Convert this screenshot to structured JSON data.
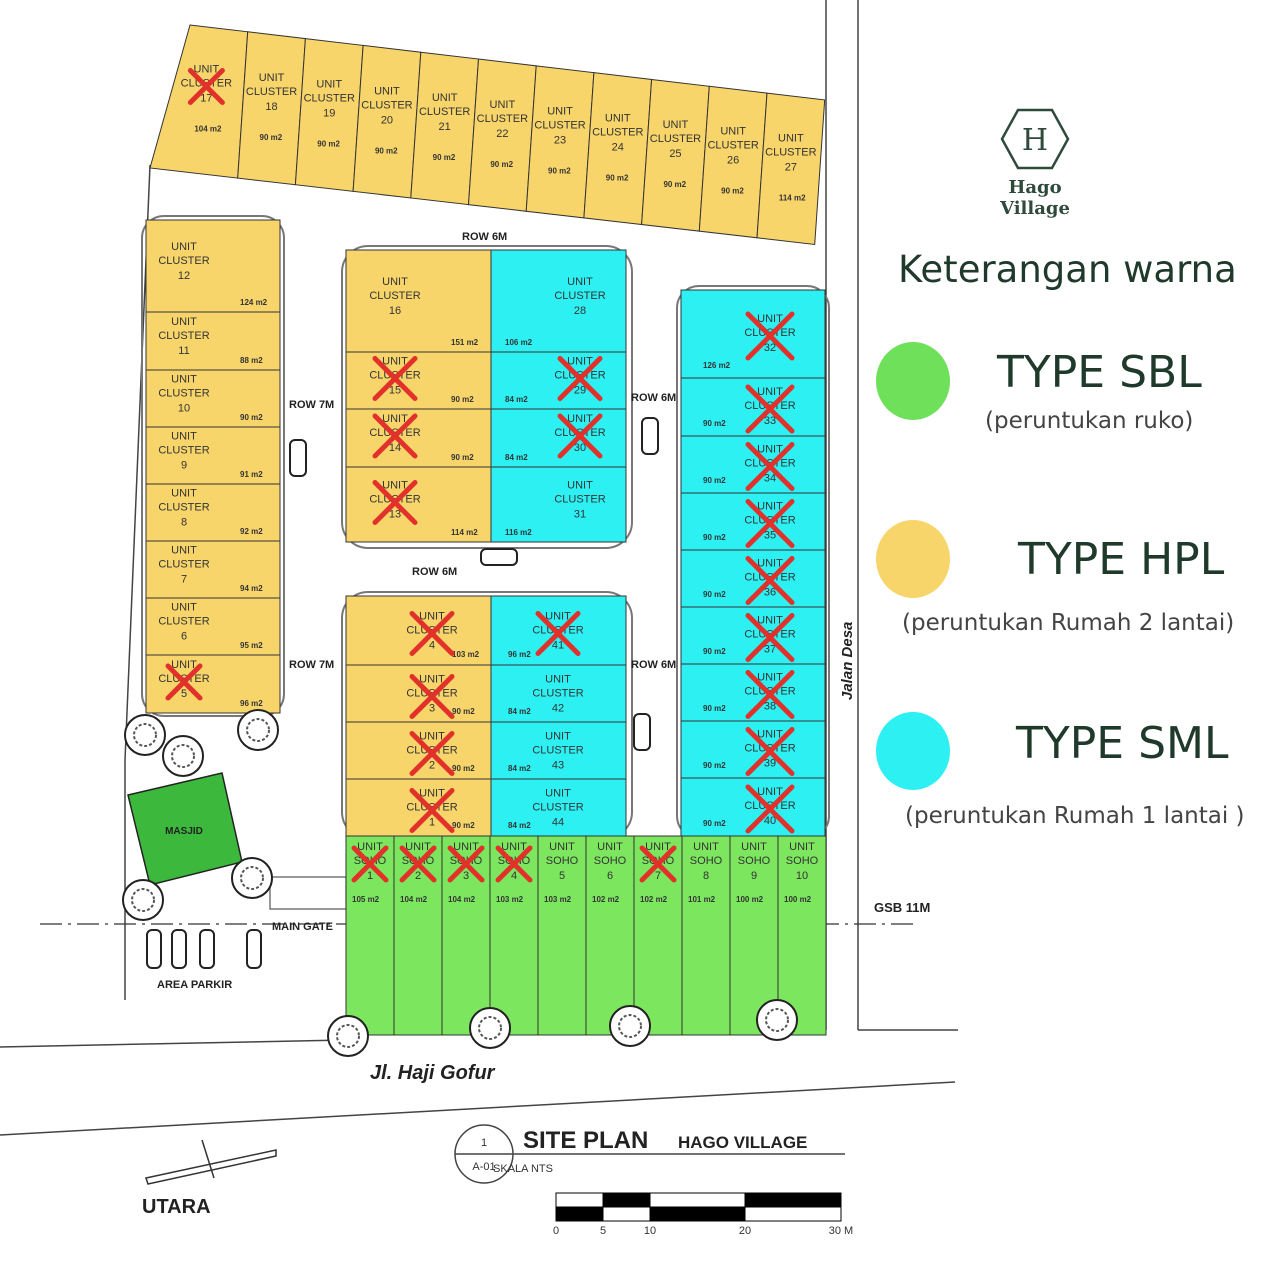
{
  "labels": {
    "unit": "UNIT",
    "cluster": "CLUSTER",
    "soho": "SOHO"
  },
  "top_row": [
    {
      "number": "17",
      "area": "104 m2",
      "sold": true
    },
    {
      "number": "18",
      "area": "90 m2",
      "sold": false
    },
    {
      "number": "19",
      "area": "90 m2",
      "sold": false
    },
    {
      "number": "20",
      "area": "90 m2",
      "sold": false
    },
    {
      "number": "21",
      "area": "90 m2",
      "sold": false
    },
    {
      "number": "22",
      "area": "90 m2",
      "sold": false
    },
    {
      "number": "23",
      "area": "90 m2",
      "sold": false
    },
    {
      "number": "24",
      "area": "90 m2",
      "sold": false
    },
    {
      "number": "25",
      "area": "90 m2",
      "sold": false
    },
    {
      "number": "26",
      "area": "90 m2",
      "sold": false
    },
    {
      "number": "27",
      "area": "114 m2",
      "sold": false
    }
  ],
  "left_column": [
    {
      "number": "12",
      "area": "124 m2",
      "sold": false
    },
    {
      "number": "11",
      "area": "88 m2",
      "sold": false
    },
    {
      "number": "10",
      "area": "90 m2",
      "sold": false
    },
    {
      "number": "9",
      "area": "91 m2",
      "sold": false
    },
    {
      "number": "8",
      "area": "92 m2",
      "sold": false
    },
    {
      "number": "7",
      "area": "94 m2",
      "sold": false
    },
    {
      "number": "6",
      "area": "95 m2",
      "sold": false
    },
    {
      "number": "5",
      "area": "96 m2",
      "sold": true
    }
  ],
  "center_upper_hpl": [
    {
      "number": "16",
      "area": "151 m2",
      "sold": false
    },
    {
      "number": "15",
      "area": "90 m2",
      "sold": true
    },
    {
      "number": "14",
      "area": "90 m2",
      "sold": true
    },
    {
      "number": "13",
      "area": "114 m2",
      "sold": true
    }
  ],
  "center_upper_sml": [
    {
      "number": "28",
      "area": "106 m2",
      "sold": false
    },
    {
      "number": "29",
      "area": "84 m2",
      "sold": true
    },
    {
      "number": "30",
      "area": "84 m2",
      "sold": true
    },
    {
      "number": "31",
      "area": "116 m2",
      "sold": false
    }
  ],
  "center_lower_hpl": [
    {
      "number": "4",
      "area": "103 m2",
      "sold": true
    },
    {
      "number": "3",
      "area": "90 m2",
      "sold": true
    },
    {
      "number": "2",
      "area": "90 m2",
      "sold": true
    },
    {
      "number": "1",
      "area": "90 m2",
      "sold": true
    }
  ],
  "center_lower_sml": [
    {
      "number": "41",
      "area": "96 m2",
      "sold": true
    },
    {
      "number": "42",
      "area": "84 m2",
      "sold": false
    },
    {
      "number": "43",
      "area": "84 m2",
      "sold": false
    },
    {
      "number": "44",
      "area": "84 m2",
      "sold": false
    }
  ],
  "right_column": [
    {
      "number": "32",
      "area": "126 m2",
      "sold": true
    },
    {
      "number": "33",
      "area": "90 m2",
      "sold": true
    },
    {
      "number": "34",
      "area": "90 m2",
      "sold": true
    },
    {
      "number": "35",
      "area": "90 m2",
      "sold": true
    },
    {
      "number": "36",
      "area": "90 m2",
      "sold": true
    },
    {
      "number": "37",
      "area": "90 m2",
      "sold": true
    },
    {
      "number": "38",
      "area": "90 m2",
      "sold": true
    },
    {
      "number": "39",
      "area": "90 m2",
      "sold": true
    },
    {
      "number": "40",
      "area": "90 m2",
      "sold": true
    }
  ],
  "soho_row": [
    {
      "number": "1",
      "area": "105 m2",
      "sold": true
    },
    {
      "number": "2",
      "area": "104 m2",
      "sold": true
    },
    {
      "number": "3",
      "area": "104 m2",
      "sold": true
    },
    {
      "number": "4",
      "area": "103 m2",
      "sold": true
    },
    {
      "number": "5",
      "area": "103 m2",
      "sold": false
    },
    {
      "number": "6",
      "area": "102 m2",
      "sold": false
    },
    {
      "number": "7",
      "area": "102 m2",
      "sold": true
    },
    {
      "number": "8",
      "area": "101 m2",
      "sold": false
    },
    {
      "number": "9",
      "area": "100 m2",
      "sold": false
    },
    {
      "number": "10",
      "area": "100 m2",
      "sold": false
    }
  ],
  "map_labels": {
    "row_top": "ROW 6M",
    "row_left_upper": "ROW 7M",
    "row_right_upper": "ROW 6M",
    "row_middle": "ROW 6M",
    "row_left_lower": "ROW 7M",
    "row_right_lower": "ROW 6M",
    "jalan_desa": "Jalan Desa",
    "gsb": "GSB 11M",
    "main_gate": "MAIN GATE",
    "area_parkir": "AREA PARKIR",
    "masjid": "MASJID",
    "main_road": "Jl. Haji Gofur",
    "north": "UTARA"
  },
  "title_block": {
    "sheet_number": "1",
    "sheet_code": "A-01",
    "title": "SITE PLAN",
    "subtitle": "HAGO VILLAGE",
    "scale": "SKALA NTS",
    "scale_ticks": [
      "0",
      "5",
      "10",
      "20",
      "30 M"
    ]
  },
  "logo": {
    "name": "Hago Village",
    "monogram": "H"
  },
  "legend": {
    "title": "Keterangan warna",
    "items": [
      {
        "type": "TYPE SBL",
        "desc": "(peruntukan ruko)",
        "color": "#6fe05a"
      },
      {
        "type": "TYPE HPL",
        "desc": "(peruntukan Rumah 2 lantai)",
        "color": "#f7d56b"
      },
      {
        "type": "TYPE SML",
        "desc": "(peruntukan Rumah 1 lantai )",
        "color": "#2df0f3"
      }
    ]
  },
  "colors": {
    "hpl": "#f7d56b",
    "sml": "#2df0f3",
    "sbl": "#7de65f",
    "masjid": "#3cb93c",
    "sold_mark": "#e2302a"
  }
}
